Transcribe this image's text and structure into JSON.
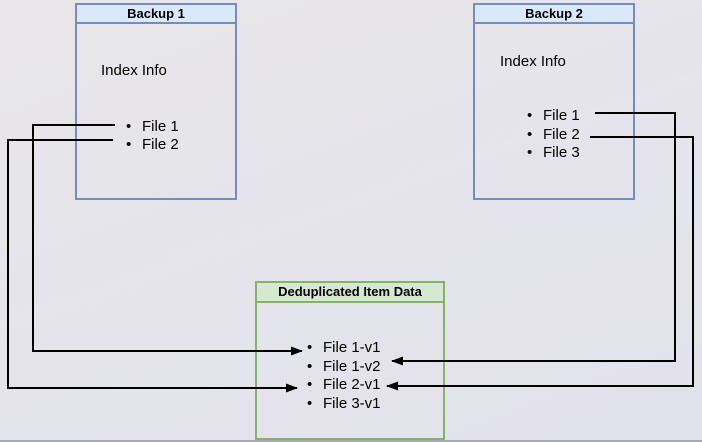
{
  "diagram": {
    "background_color": "#e5e4ec",
    "line_color": "#000000",
    "nodes": {
      "backup1": {
        "title": "Backup 1",
        "subtitle": "Index Info",
        "files": [
          "File 1",
          "File 2"
        ],
        "border_color": "#758cc0",
        "header_fill": "#dae8fc"
      },
      "backup2": {
        "title": "Backup 2",
        "subtitle": "Index Info",
        "files": [
          "File 1",
          "File 2",
          "File 3"
        ],
        "border_color": "#758cc0",
        "header_fill": "#dae8fc"
      },
      "dedup": {
        "title": "Deduplicated Item Data",
        "items": [
          "File 1-v1",
          "File 1-v2",
          "File 2-v1",
          "File 3-v1"
        ],
        "border_color": "#83b365",
        "header_fill": "#d5e8d4"
      }
    },
    "connections": [
      {
        "from": "Backup 1 / File 1",
        "to": "Deduplicated Item Data / File 1-v1"
      },
      {
        "from": "Backup 1 / File 2",
        "to": "Deduplicated Item Data / File 2-v1"
      },
      {
        "from": "Backup 2 / File 1",
        "to": "Deduplicated Item Data / File 1-v2"
      },
      {
        "from": "Backup 2 / File 2",
        "to": "Deduplicated Item Data / File 2-v1"
      }
    ]
  }
}
